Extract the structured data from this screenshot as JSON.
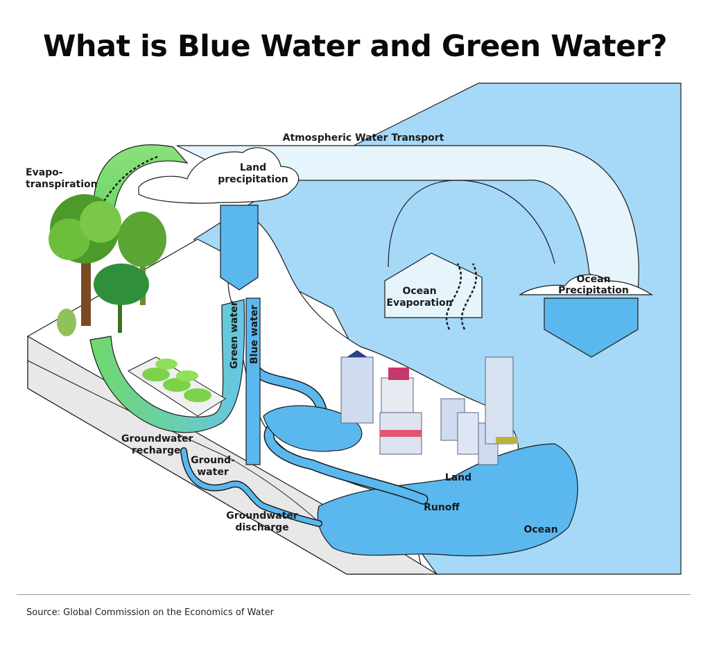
{
  "title": "What is Blue Water and Green Water?",
  "labels": {
    "atmospheric_transport": "Atmospheric Water Transport",
    "evapotranspiration_1": "Evapo-",
    "evapotranspiration_2": "transpiration",
    "land_precip_1": "Land",
    "land_precip_2": "precipitation",
    "ocean_evap_1": "Ocean",
    "ocean_evap_2": "Evaporation",
    "ocean_precip_1": "Ocean",
    "ocean_precip_2": "Precipitation",
    "green_water": "Green water",
    "blue_water": "Blue water",
    "gw_recharge_1": "Groundwater",
    "gw_recharge_2": "recharge",
    "groundwater_1": "Ground-",
    "groundwater_2": "water",
    "gw_discharge_1": "Groundwater",
    "gw_discharge_2": "discharge",
    "land": "Land",
    "runoff": "Runoff",
    "ocean": "Ocean"
  },
  "source": "Source: Global Commission on the Economics of Water",
  "colors": {
    "ocean_light": "#a6d9f7",
    "water_blue": "#5ab8ee",
    "sky_pale": "#e6f4fc",
    "green": "#6fd86a",
    "ground": "#e4e4e4"
  }
}
